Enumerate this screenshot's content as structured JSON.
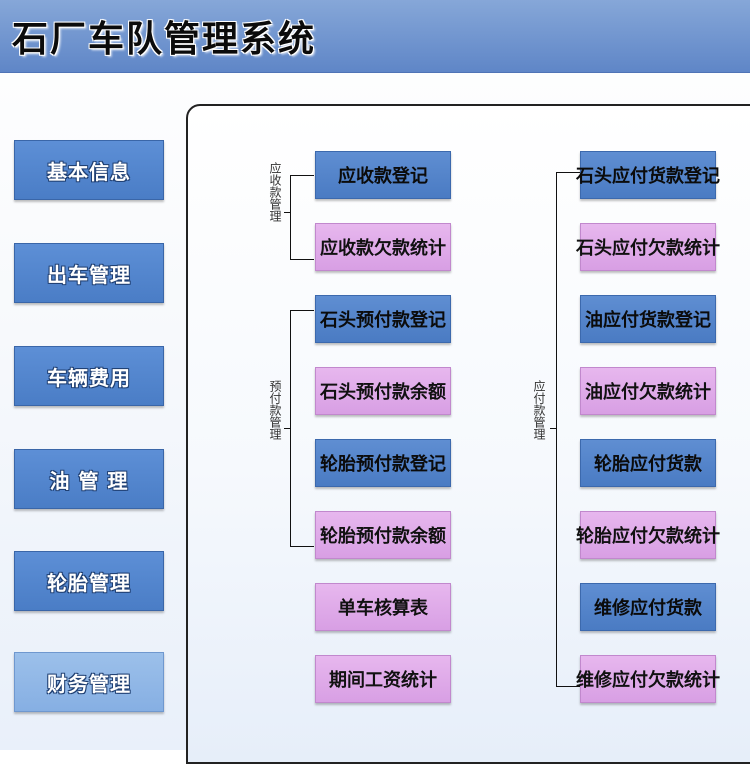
{
  "app": {
    "title": "石厂车队管理系统"
  },
  "menu": [
    {
      "label": "基本信息"
    },
    {
      "label": "出车管理"
    },
    {
      "label": "车辆费用"
    },
    {
      "label": "油 管 理"
    },
    {
      "label": "轮胎管理"
    },
    {
      "label": "财务管理"
    }
  ],
  "groups": {
    "receivable": {
      "label": "应收款管理"
    },
    "prepaid": {
      "label": "预付款管理"
    },
    "payable": {
      "label": "应付款管理"
    }
  },
  "left_actions": [
    {
      "label": "应收款登记",
      "color": "blue"
    },
    {
      "label": "应收款欠款统计",
      "color": "pink"
    },
    {
      "label": "石头预付款登记",
      "color": "blue"
    },
    {
      "label": "石头预付款余额",
      "color": "pink"
    },
    {
      "label": "轮胎预付款登记",
      "color": "blue"
    },
    {
      "label": "轮胎预付款余额",
      "color": "pink"
    },
    {
      "label": "单车核算表",
      "color": "pink"
    },
    {
      "label": "期间工资统计",
      "color": "pink"
    }
  ],
  "right_actions": [
    {
      "label": "石头应付货款登记",
      "color": "blue"
    },
    {
      "label": "石头应付欠款统计",
      "color": "pink"
    },
    {
      "label": "油应付货款登记",
      "color": "blue"
    },
    {
      "label": "油应付欠款统计",
      "color": "pink"
    },
    {
      "label": "轮胎应付货款",
      "color": "blue"
    },
    {
      "label": "轮胎应付欠款统计",
      "color": "pink"
    },
    {
      "label": "维修应付货款",
      "color": "blue"
    },
    {
      "label": "维修应付欠款统计",
      "color": "pink"
    }
  ],
  "colors": {
    "header": "#6f95d0",
    "button_blue": "#5587cd",
    "button_pink": "#e2acea"
  }
}
